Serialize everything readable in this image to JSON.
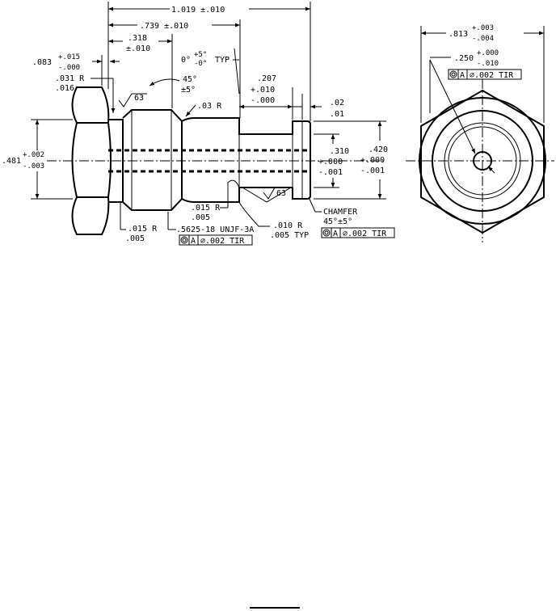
{
  "dimensions": {
    "overall_length": "1.019 ±.010",
    "shank_length": ".739 ±.010",
    "thread_start": ".318",
    "thread_start_tol": "±.010",
    "head_offset": ".083",
    "head_offset_tol_plus": "+.015",
    "head_offset_tol_minus": "-.000",
    "angle_0": "0°",
    "angle_0_tol_plus": "+5°",
    "angle_0_tol_minus": "-0°",
    "angle_0_note": "TYP",
    "groove_len": ".207",
    "groove_len_tol_plus": "+.010",
    "groove_len_tol_minus": "-.000",
    "end_len_a": ".02",
    "end_len_b": ".01",
    "radius_031": ".031 R",
    "radius_016": ".016",
    "angle_45": "45°",
    "angle_45_tol": "±5°",
    "radius_03": ".03 R",
    "diameter_481": ".481",
    "diameter_481_tol_plus": "+.002",
    "diameter_481_tol_minus": "-.003",
    "diameter_310": ".310",
    "diameter_310_tol_plus": "+.000",
    "diameter_310_tol_minus": "-.001",
    "diameter_420": ".420",
    "diameter_420_tol_plus": "+.000",
    "diameter_420_tol_minus": "-.001",
    "radius_015": ".015 R",
    "radius_005": ".005",
    "radius_010": ".010 R",
    "radius_005_typ": ".005 TYP",
    "radius_015_left": ".015 R",
    "radius_005_left": ".005",
    "thread_spec": ".5625-18 UNJF-3A",
    "chamfer": "CHAMFER",
    "chamfer_angle": "45°±5°",
    "finish_1": "63",
    "finish_2": "63",
    "hex_across_flats": ".813",
    "hex_tol_plus": "+.003",
    "hex_tol_minus": "-.004",
    "bore_diameter": ".250",
    "bore_tol_plus": "+.000",
    "bore_tol_minus": "-.010"
  },
  "feature_control_frames": [
    {
      "datum": "A",
      "tolerance": "∅.002 TIR"
    },
    {
      "datum": "A",
      "tolerance": "∅.002 TIR"
    },
    {
      "datum": "A",
      "tolerance": "∅.002 TIR"
    }
  ],
  "symbols": {
    "concentricity": "concentricity-icon"
  }
}
